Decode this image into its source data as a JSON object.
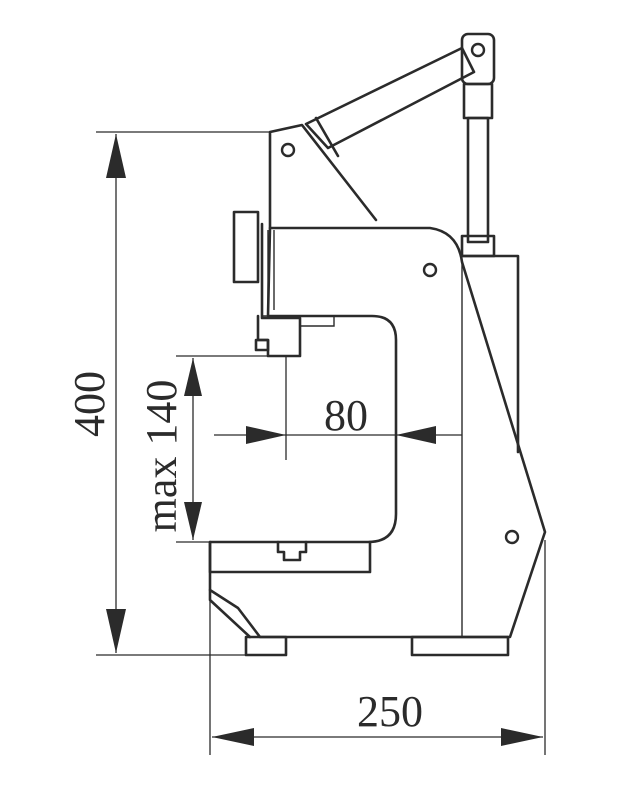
{
  "dimensions": {
    "height_label": "400",
    "stroke_label": "max 140",
    "throat_label": "80",
    "width_label": "250"
  },
  "colors": {
    "line": "#2b2b2b",
    "background": "#ffffff"
  }
}
